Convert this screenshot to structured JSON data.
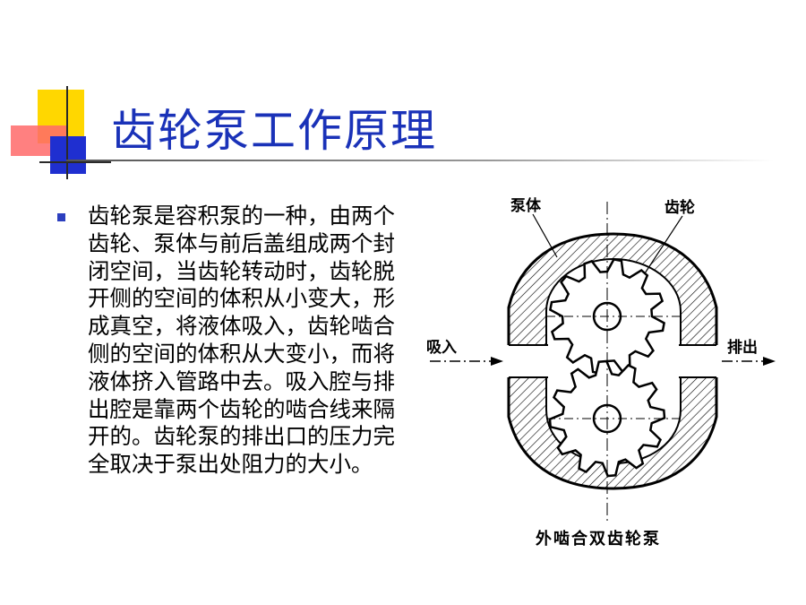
{
  "slide": {
    "title": "齿轮泵工作原理",
    "body": "齿轮泵是容积泵的一种，由两个齿轮、泵体与前后盖组成两个封闭空间，当齿轮转动时，齿轮脱开侧的空间的体积从小变大，形成真空，将液体吸入，齿轮啮合侧的空间的体积从大变小，而将液体挤入管路中去。吸入腔与排出腔是靠两个齿轮的啮合线来隔开的。齿轮泵的排出口的压力完全取决于泵出处阻力的大小。"
  },
  "diagram": {
    "label_body": "泵体",
    "label_gear": "齿轮",
    "label_inlet": "吸入",
    "label_outlet": "排出",
    "caption": "外啮合双齿轮泵"
  },
  "colors": {
    "title": "#1A32B8",
    "bullet": "#2C3FBF",
    "accent_yellow": "#FFD700",
    "accent_red": "#FF6A6A",
    "accent_blue": "#1F2FD0"
  }
}
